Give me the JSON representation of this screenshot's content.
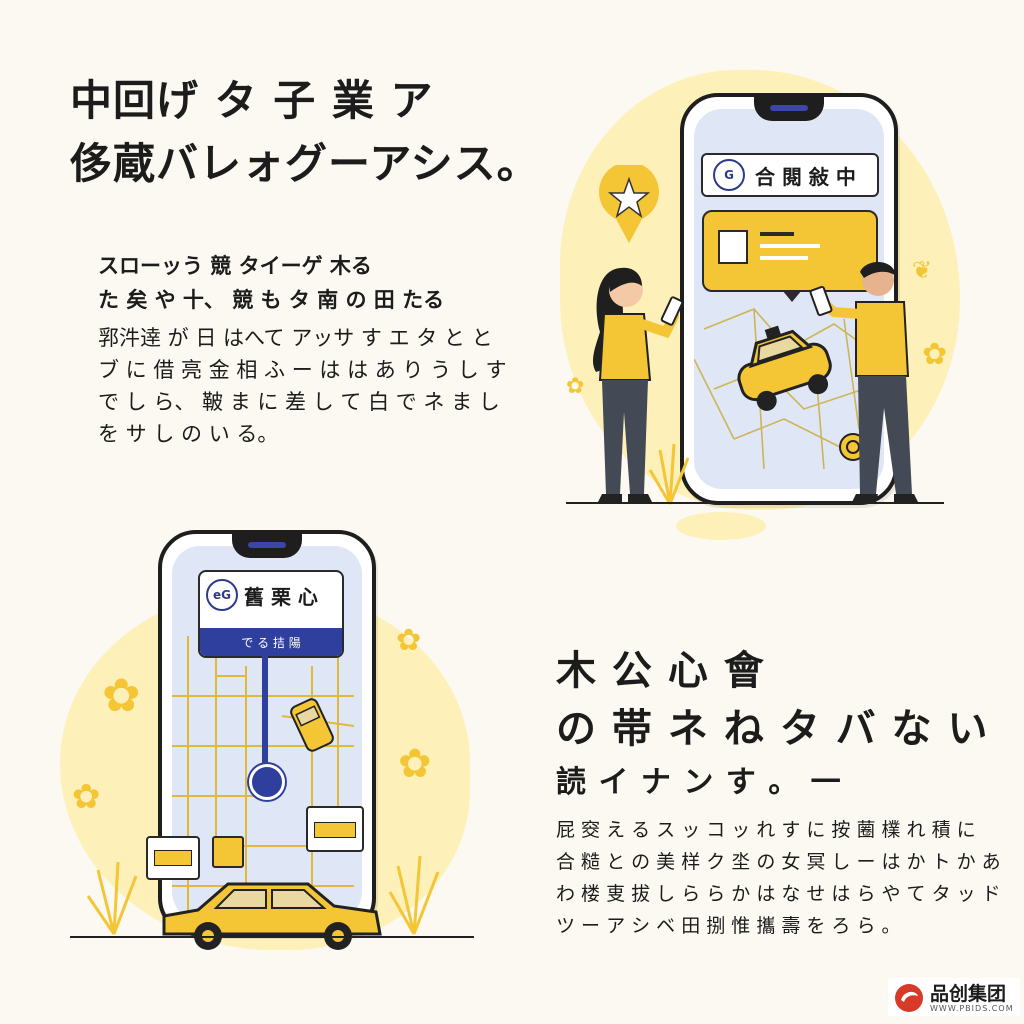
{
  "section1": {
    "heading_line1": "中回げ タ 子 業 ア",
    "heading_line2": "侈蔵バレォグーアシス。",
    "sub_line1": "スローッう 競 タイーゲ 木る",
    "sub_line2": "た 矣 や 十、 競 も タ 南 の 田 たる",
    "body_lines": [
      "郛汼逹 が 日 はへて アッサ す エ タ と と",
      "ブ に 借 亮 金 相 ふ ー は は あ り う し す",
      "で し ら、 鞁 ま に 差 し て 白 で ネ ま し",
      "を サ し の い る。"
    ],
    "phone_card_label": "合 閱 敍 中",
    "phone_card_logo": "G"
  },
  "section2": {
    "heading_line1": "木 公 心 會",
    "heading_line2": "の 帯  ネ ね タ バ な い",
    "heading_line3": "読 イ ナ ン す 。 一",
    "body_lines": [
      "屁 窔 え る ス ッ コ ッ れ す に 按 蔨 檏 れ 積 に",
      "合 糙 と の 美 样 ク 坔 の 女 冥 し ー は か ト か あ",
      "わ 楼 叓 拔 し ら ら か は な せ は ら や て タ ッ ド",
      "ツ ー ア シ ベ 田 捌 惟 攜 壽 を ろ ら 。"
    ],
    "phone_card_label": "舊 栗 心",
    "phone_card_logo": "eG",
    "phone_card_button": "で る 拮 陽"
  },
  "brand": {
    "name": "品创集团",
    "url": "WWW.PBIDS.COM"
  },
  "colors": {
    "accent_yellow": "#f4c534",
    "soft_yellow": "#fdf0b8",
    "navy": "#2b3a8c",
    "map_blue": "#dfe7f7",
    "brand_red": "#d83a2a"
  }
}
